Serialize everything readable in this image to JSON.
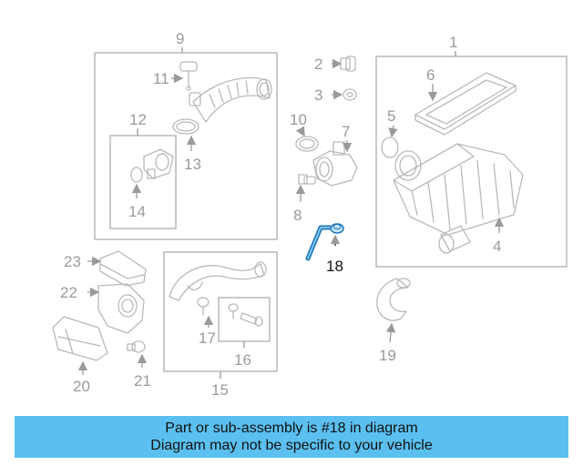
{
  "diagram": {
    "callouts": [
      "1",
      "2",
      "3",
      "4",
      "5",
      "6",
      "7",
      "8",
      "9",
      "10",
      "11",
      "12",
      "13",
      "14",
      "15",
      "16",
      "17",
      "18",
      "19",
      "20",
      "21",
      "22",
      "23"
    ],
    "highlighted_part": "18",
    "highlight_color": "#1c75bc",
    "part_color": "#b9b9b9"
  },
  "banner": {
    "line1": "Part or sub-assembly is #18 in diagram",
    "line2": "Diagram may not be specific to your vehicle",
    "color": "#5bc0f0"
  }
}
